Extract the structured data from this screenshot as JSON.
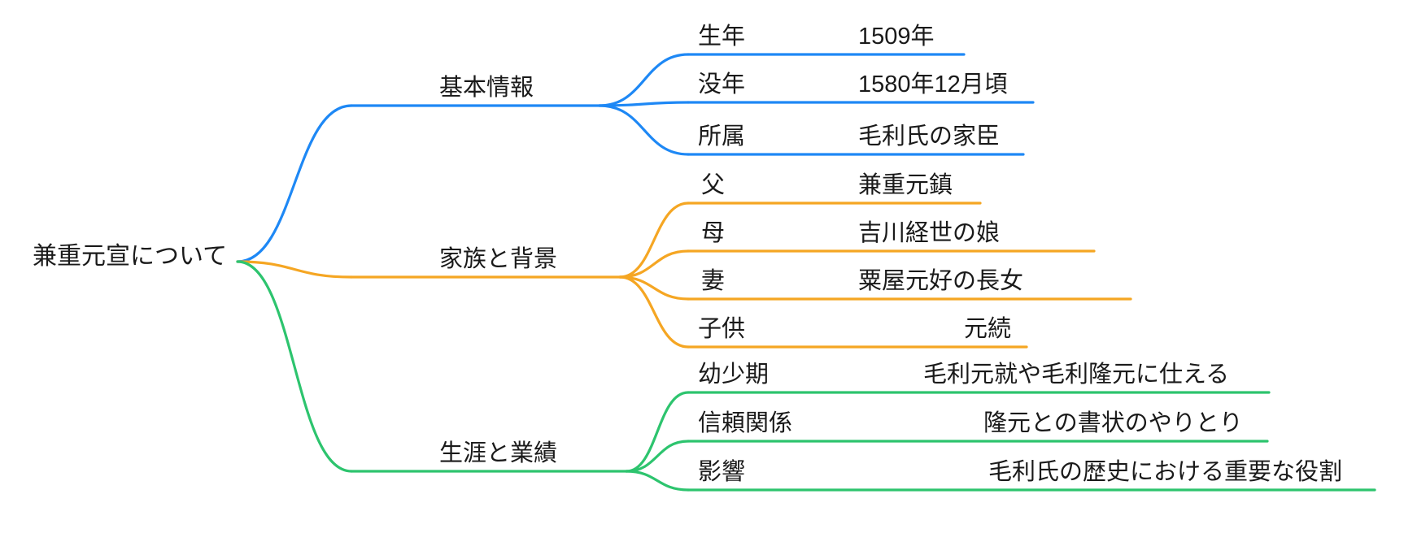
{
  "root": {
    "label": "兼重元宣について"
  },
  "branches": [
    {
      "label": "基本情報",
      "color": "#1e88f5",
      "children": [
        {
          "key": "生年",
          "value": "1509年"
        },
        {
          "key": "没年",
          "value": "1580年12月頃"
        },
        {
          "key": "所属",
          "value": "毛利氏の家臣"
        }
      ]
    },
    {
      "label": "家族と背景",
      "color": "#f5a623",
      "children": [
        {
          "key": "父",
          "value": "兼重元鎮"
        },
        {
          "key": "母",
          "value": "吉川経世の娘"
        },
        {
          "key": "妻",
          "value": "粟屋元好の長女"
        },
        {
          "key": "子供",
          "value": "元続"
        }
      ]
    },
    {
      "label": "生涯と業績",
      "color": "#2dc46e",
      "children": [
        {
          "key": "幼少期",
          "value": "毛利元就や毛利隆元に仕える"
        },
        {
          "key": "信頼関係",
          "value": "隆元との書状のやりとり"
        },
        {
          "key": "影響",
          "value": "毛利氏の歴史における重要な役割"
        }
      ]
    }
  ]
}
